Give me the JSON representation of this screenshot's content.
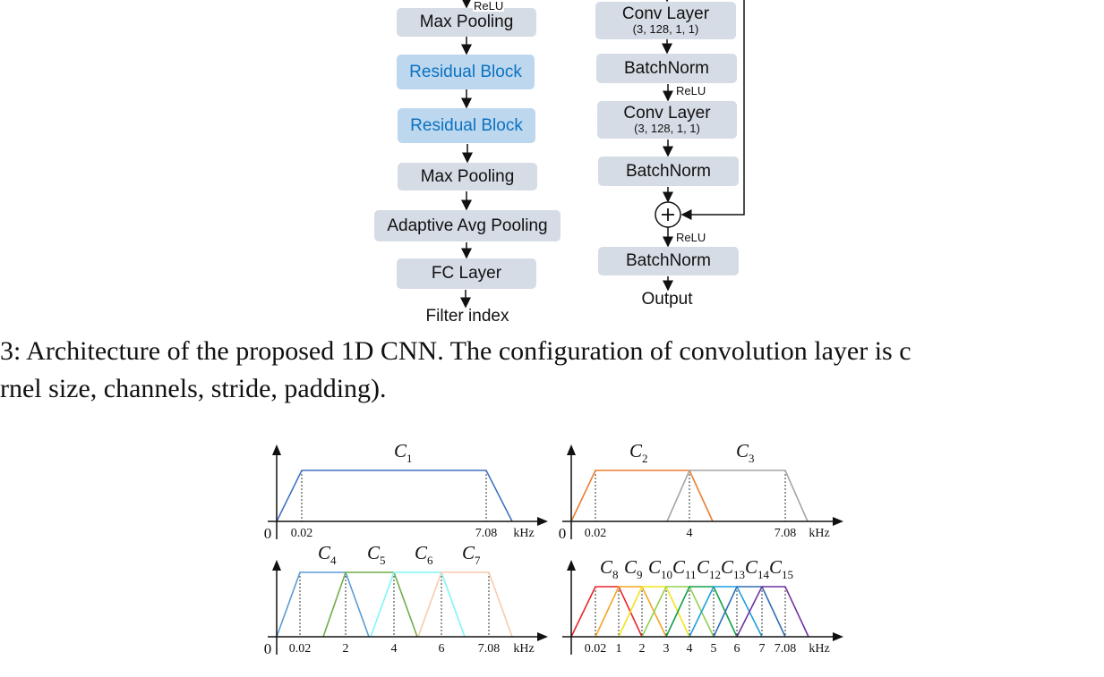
{
  "architecture": {
    "left_top_relu": "ReLU",
    "left": [
      "Max Pooling",
      "Residual Block",
      "Residual Block",
      "Max Pooling",
      "Adaptive Avg Pooling",
      "FC Layer"
    ],
    "left_output": "Filter index",
    "right": {
      "conv1": {
        "title": "Conv Layer",
        "config": "(3, 128, 1, 1)"
      },
      "bn1": "BatchNorm",
      "relu1": "ReLU",
      "conv2": {
        "title": "Conv Layer",
        "config": "(3, 128, 1, 1)"
      },
      "bn2": "BatchNorm",
      "relu2": "ReLU",
      "bn3": "BatchNorm",
      "output": "Output"
    },
    "colors": {
      "box": "#d6dce5",
      "residual_box": "#bdd7ee",
      "residual_text": "#0b72c2"
    }
  },
  "caption": {
    "line1": "3:  Architecture of the proposed 1D CNN. The configuration of convolution layer is c",
    "line2": "rnel size, channels, stride, padding)."
  },
  "filter_figure": {
    "unit": "kHz",
    "panels": [
      {
        "origin_label": "0",
        "ticks": [
          "0.02",
          "7.08"
        ],
        "filters": [
          {
            "letter": "C",
            "index": "1",
            "color": "#4472c4"
          }
        ]
      },
      {
        "origin_label": "0",
        "ticks": [
          "0.02",
          "4",
          "7.08"
        ],
        "filters": [
          {
            "letter": "C",
            "index": "2",
            "color": "#ed7d31"
          },
          {
            "letter": "C",
            "index": "3",
            "color": "#a5a5a5"
          }
        ]
      },
      {
        "origin_label": "0",
        "ticks": [
          "0.02",
          "2",
          "4",
          "6",
          "7.08"
        ],
        "filters": [
          {
            "letter": "C",
            "index": "4",
            "color": "#5b9bd5"
          },
          {
            "letter": "C",
            "index": "5",
            "color": "#70ad47"
          },
          {
            "letter": "C",
            "index": "6",
            "color": "#80f5f5"
          },
          {
            "letter": "C",
            "index": "7",
            "color": "#f8cbad"
          }
        ]
      },
      {
        "origin_label": "",
        "ticks": [
          "0.02",
          "1",
          "2",
          "3",
          "4",
          "5",
          "6",
          "7",
          "7.08"
        ],
        "filters": [
          {
            "letter": "C",
            "index": "8",
            "color": "#e8262a"
          },
          {
            "letter": "C",
            "index": "9",
            "color": "#f5a623"
          },
          {
            "letter": "C",
            "index": "10",
            "color": "#f2e51c"
          },
          {
            "letter": "C",
            "index": "11",
            "color": "#92d050"
          },
          {
            "letter": "C",
            "index": "12",
            "color": "#12a04a"
          },
          {
            "letter": "C",
            "index": "13",
            "color": "#1e9fe0"
          },
          {
            "letter": "C",
            "index": "14",
            "color": "#2f6fb6"
          },
          {
            "letter": "C",
            "index": "15",
            "color": "#7030a0"
          }
        ]
      }
    ]
  }
}
